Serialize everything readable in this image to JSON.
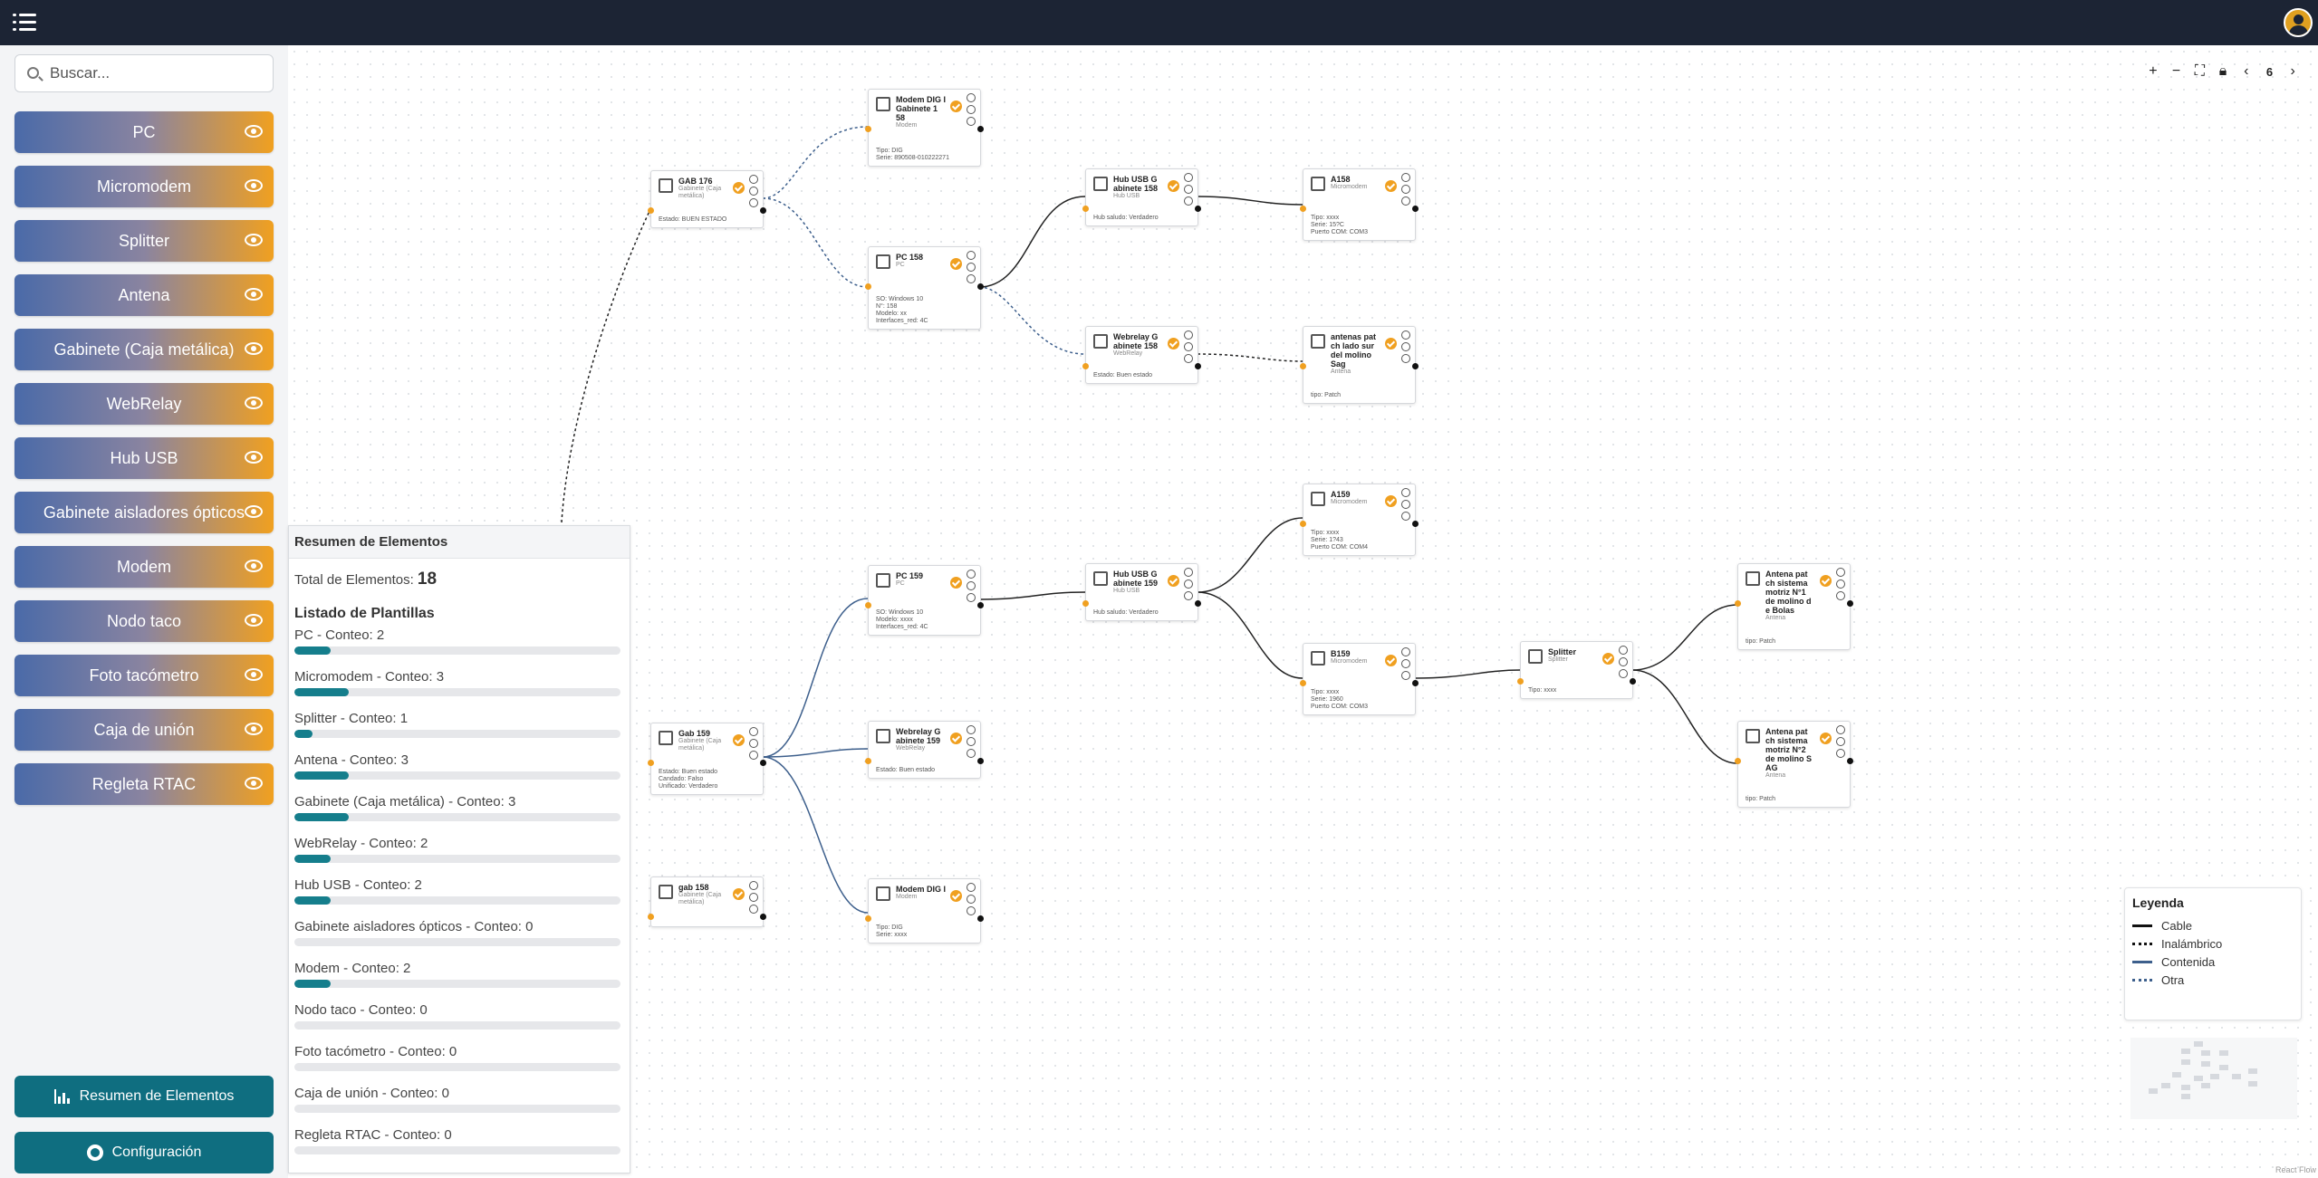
{
  "sidebar": {
    "search_placeholder": "Buscar...",
    "templates": [
      {
        "label": "PC"
      },
      {
        "label": "Micromodem"
      },
      {
        "label": "Splitter"
      },
      {
        "label": "Antena"
      },
      {
        "label": "Gabinete (Caja metálica)"
      },
      {
        "label": "WebRelay"
      },
      {
        "label": "Hub USB"
      },
      {
        "label": "Gabinete aisladores ópticos"
      },
      {
        "label": "Modem"
      },
      {
        "label": "Nodo taco"
      },
      {
        "label": "Foto tacómetro"
      },
      {
        "label": "Caja de unión"
      },
      {
        "label": "Regleta RTAC"
      }
    ],
    "summary_button": "Resumen de Elementos",
    "config_button": "Configuración"
  },
  "summary": {
    "title": "Resumen de Elementos",
    "total_label": "Total de Elementos:",
    "total_value": "18",
    "list_title": "Listado de Plantillas",
    "rows": [
      {
        "label": "PC - Conteo: 2",
        "fraction": 0.111
      },
      {
        "label": "Micromodem - Conteo: 3",
        "fraction": 0.167
      },
      {
        "label": "Splitter - Conteo: 1",
        "fraction": 0.056
      },
      {
        "label": "Antena - Conteo: 3",
        "fraction": 0.167
      },
      {
        "label": "Gabinete (Caja metálica) - Conteo: 3",
        "fraction": 0.167
      },
      {
        "label": "WebRelay - Conteo: 2",
        "fraction": 0.111
      },
      {
        "label": "Hub USB - Conteo: 2",
        "fraction": 0.111
      },
      {
        "label": "Gabinete aisladores ópticos - Conteo: 0",
        "fraction": 0
      },
      {
        "label": "Modem - Conteo: 2",
        "fraction": 0.111
      },
      {
        "label": "Nodo taco - Conteo: 0",
        "fraction": 0
      },
      {
        "label": "Foto tacómetro - Conteo: 0",
        "fraction": 0
      },
      {
        "label": "Caja de unión - Conteo: 0",
        "fraction": 0
      },
      {
        "label": "Regleta RTAC - Conteo: 0",
        "fraction": 0
      }
    ]
  },
  "toolbar": {
    "page": "6"
  },
  "nodes": [
    {
      "id": "modem-dig-158",
      "title": "Modem DIG I Gabinete 1 58",
      "sub": "Modem",
      "props": [
        "Tipo: DIG",
        "Serie: 890508-010222271"
      ]
    },
    {
      "id": "gab-176",
      "title": "GAB 176",
      "sub": "Gabinete (Caja metálica)",
      "props": [
        "Estado: BUEN ESTADO"
      ]
    },
    {
      "id": "pc-158",
      "title": "PC 158",
      "sub": "PC",
      "props": [
        "SO: Windows 10",
        "N°: 158",
        "Modelo: xx",
        "Interfaces_red: 4C"
      ]
    },
    {
      "id": "hub-usb-158",
      "title": "Hub USB G abinete 158",
      "sub": "Hub USB",
      "props": [
        "Hub saludo: Verdadero"
      ]
    },
    {
      "id": "a158",
      "title": "A158",
      "sub": "Micromodem",
      "props": [
        "Tipo: xxxx",
        "Serie: 15?C",
        "Puerto COM: COM3"
      ]
    },
    {
      "id": "webrelay-158",
      "title": "Webrelay G abinete 158",
      "sub": "WebRelay",
      "props": [
        "Estado: Buen estado"
      ]
    },
    {
      "id": "antenas-sag",
      "title": "antenas pat ch lado sur del molino Sag",
      "sub": "Antena",
      "props": [
        "tipo: Patch"
      ]
    },
    {
      "id": "a159",
      "title": "A159",
      "sub": "Micromodem",
      "props": [
        "Tipo: xxxx",
        "Serie: 1?43",
        "Puerto COM: COM4"
      ]
    },
    {
      "id": "pc-159",
      "title": "PC 159",
      "sub": "PC",
      "props": [
        "SO: Windows 10",
        "Modelo: xxxx",
        "Interfaces_red: 4C"
      ]
    },
    {
      "id": "hub-usb-159",
      "title": "Hub USB G abinete 159",
      "sub": "Hub USB",
      "props": [
        "Hub saludo: Verdadero"
      ]
    },
    {
      "id": "antena-n1",
      "title": "Antena pat ch sistema motriz N°1 de molino d e Bolas",
      "sub": "Antena",
      "props": [
        "tipo: Patch"
      ]
    },
    {
      "id": "b159",
      "title": "B159",
      "sub": "Micromodem",
      "props": [
        "Tipo: xxxx",
        "Serie: 1960",
        "Puerto COM: COM3"
      ]
    },
    {
      "id": "splitter",
      "title": "Splitter",
      "sub": "Splitter",
      "props": [
        "Tipo: xxxx"
      ]
    },
    {
      "id": "gab-159",
      "title": "Gab 159",
      "sub": "Gabinete (Caja metálica)",
      "props": [
        "Estado: Buen estado",
        "Candado: Falso",
        "Unificado: Verdadero"
      ]
    },
    {
      "id": "webrelay-159",
      "title": "Webrelay G abinete 159",
      "sub": "WebRelay",
      "props": [
        "Estado: Buen estado"
      ]
    },
    {
      "id": "antena-n2",
      "title": "Antena pat ch sistema motriz N°2 de molino S AG",
      "sub": "Antena",
      "props": [
        "tipo: Patch"
      ]
    },
    {
      "id": "gab-158",
      "title": "gab 158",
      "sub": "Gabinete (Caja metálica)",
      "props": []
    },
    {
      "id": "modem-dig",
      "title": "Modem DIG I",
      "sub": "Modem",
      "props": [
        "Tipo: DIG",
        "Serie: xxxx"
      ]
    }
  ],
  "legend": {
    "title": "Leyenda",
    "items": [
      {
        "label": "Cable",
        "style": "solid",
        "color": "#111111"
      },
      {
        "label": "Inalámbrico",
        "style": "dotted",
        "color": "#111111"
      },
      {
        "label": "Contenida",
        "style": "solid",
        "color": "#3d5f8c"
      },
      {
        "label": "Otra",
        "style": "dotted",
        "color": "#3d5f8c"
      }
    ]
  },
  "attribution": "React Flow"
}
